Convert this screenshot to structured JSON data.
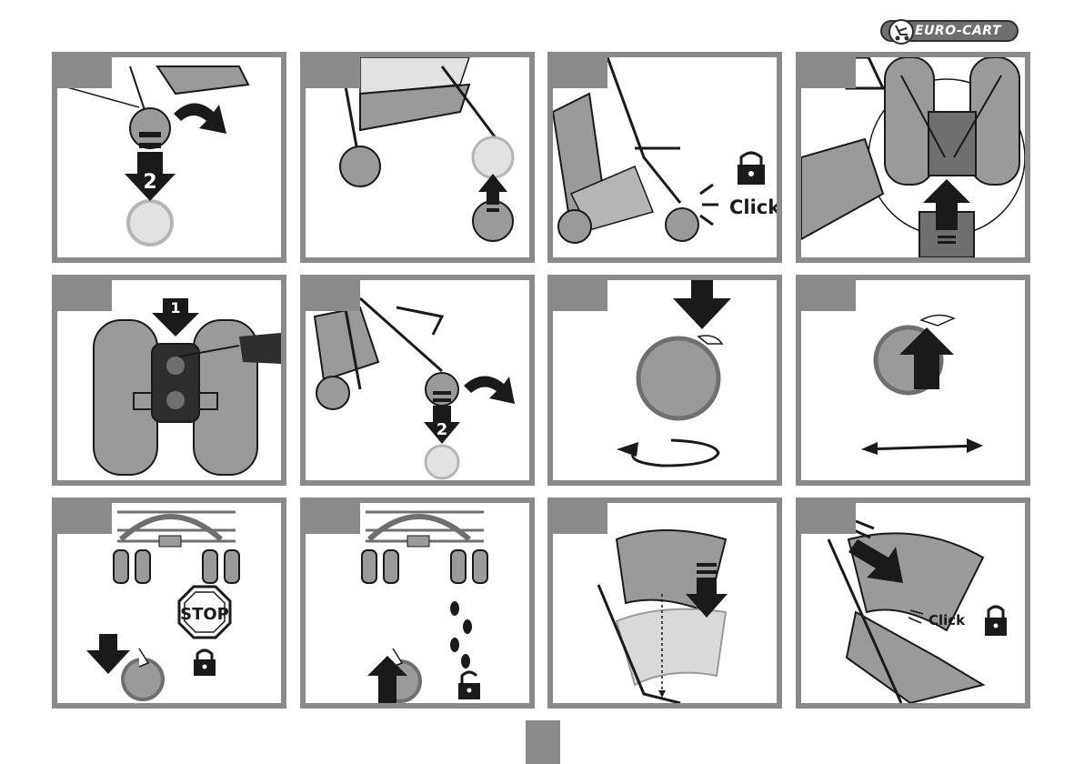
{
  "header": {
    "brand_text": "EURO-CART",
    "brand_icon": "stroller-icon"
  },
  "panels": [
    {
      "id": 1,
      "step_number": "2",
      "icons": [
        "wheel-icon",
        "down-arrow-icon",
        "curved-arrow-icon"
      ]
    },
    {
      "id": 2,
      "icons": [
        "wheel-icon",
        "up-arrow-icon"
      ]
    },
    {
      "id": 3,
      "click_label": "Click",
      "icons": [
        "wheel-icon",
        "padlock-closed-icon"
      ]
    },
    {
      "id": 4,
      "icons": [
        "wheel-icon",
        "up-arrow-icon"
      ]
    },
    {
      "id": 5,
      "step_number": "1",
      "icons": [
        "wheel-icon",
        "down-arrow-icon",
        "screwdriver-icon"
      ]
    },
    {
      "id": 6,
      "step_number": "2",
      "icons": [
        "wheel-icon",
        "down-arrow-icon",
        "curved-arrow-icon"
      ]
    },
    {
      "id": 7,
      "icons": [
        "wheel-icon",
        "down-arrow-icon",
        "rotate-arrow-icon"
      ]
    },
    {
      "id": 8,
      "icons": [
        "wheel-icon",
        "up-arrow-icon",
        "double-arrow-icon"
      ]
    },
    {
      "id": 9,
      "stop_label": "STOP",
      "icons": [
        "down-arrow-icon",
        "wheel-icon",
        "padlock-closed-icon"
      ]
    },
    {
      "id": 10,
      "icons": [
        "up-arrow-icon",
        "wheel-icon",
        "padlock-open-icon",
        "footprints-icon"
      ]
    },
    {
      "id": 11,
      "icons": [
        "canopy-icon",
        "down-arrow-icon"
      ]
    },
    {
      "id": 12,
      "click_label": "Click",
      "icons": [
        "canopy-icon",
        "down-arrow-icon",
        "padlock-closed-icon"
      ]
    }
  ],
  "colors": {
    "frame": "#8a8a8a",
    "part_fill": "#9a9a9a",
    "part_light": "#cfcfcf",
    "ink": "#1a1a1a"
  }
}
